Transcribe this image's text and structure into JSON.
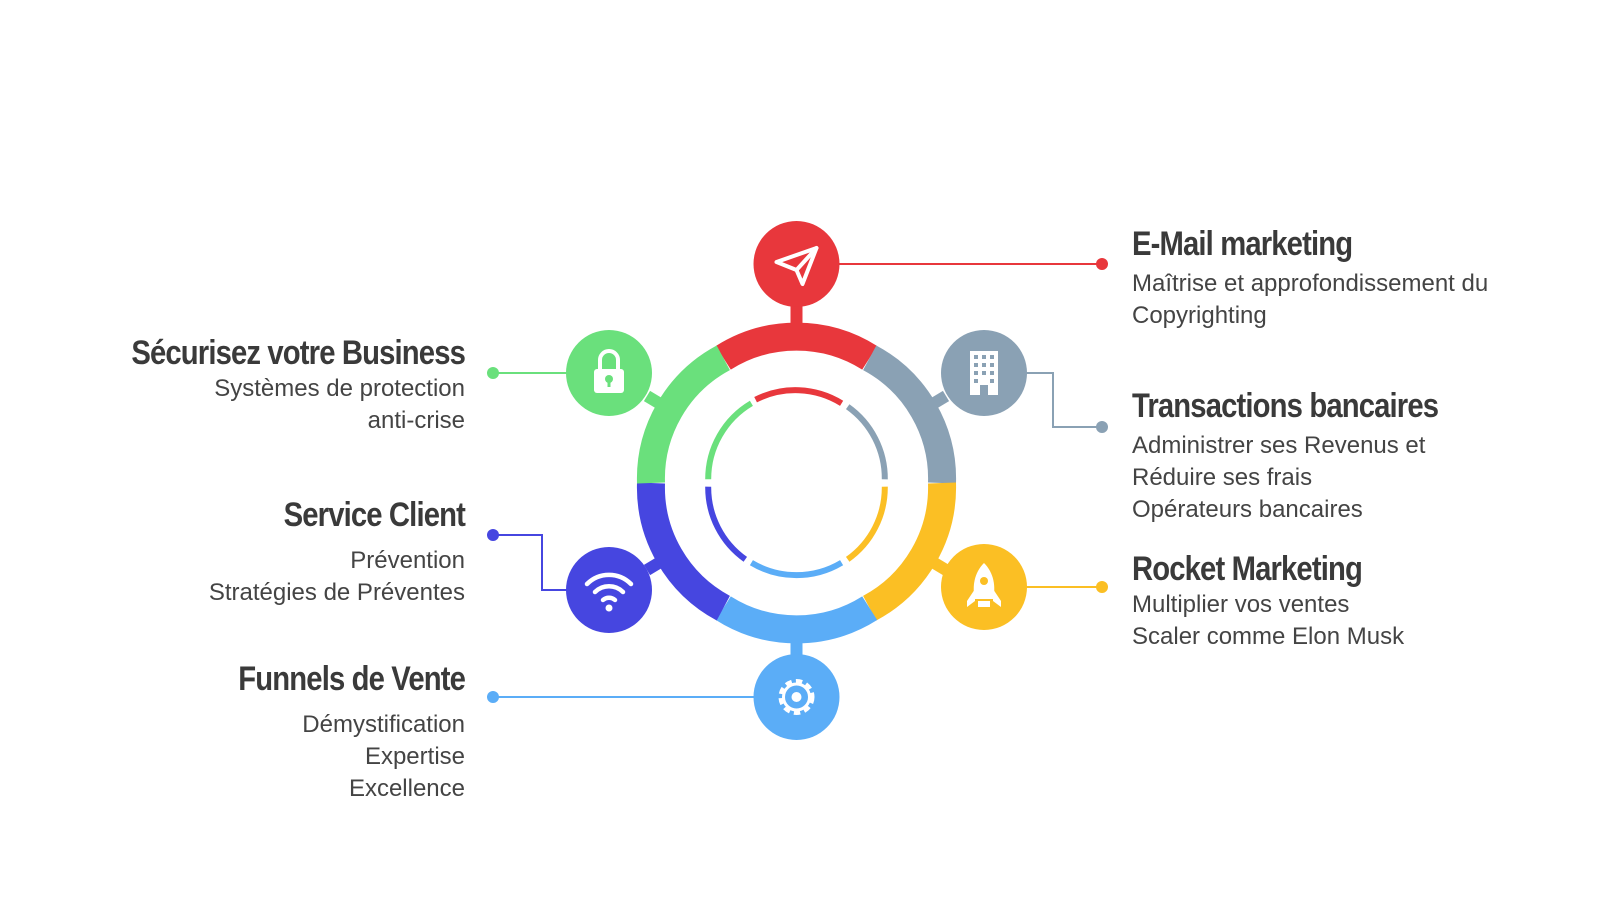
{
  "colors": {
    "red": "#e8373c",
    "slate": "#8aa1b4",
    "yellow": "#fbbf24",
    "blue": "#5badf7",
    "indigo": "#4646e0",
    "green": "#6ae07c"
  },
  "items": [
    {
      "id": "email-marketing",
      "title": "E-Mail marketing",
      "lines": [
        "Maîtrise et approfondissement du",
        "Copyrighting"
      ],
      "color": "#e8373c",
      "icon": "paper-plane-icon"
    },
    {
      "id": "transactions-bancaires",
      "title": "Transactions bancaires",
      "lines": [
        "Administrer ses Revenus et",
        "Réduire ses frais",
        "Opérateurs bancaires"
      ],
      "color": "#8aa1b4",
      "icon": "building-icon"
    },
    {
      "id": "rocket-marketing",
      "title": "Rocket Marketing",
      "lines": [
        "Multiplier vos ventes",
        "Scaler comme Elon Musk"
      ],
      "color": "#fbbf24",
      "icon": "rocket-icon"
    },
    {
      "id": "funnels-de-vente",
      "title": "Funnels de Vente",
      "lines": [
        "Démystification",
        "Expertise",
        "Excellence"
      ],
      "color": "#5badf7",
      "icon": "gear-icon"
    },
    {
      "id": "service-client",
      "title": "Service Client",
      "lines": [
        "Prévention",
        "Stratégies de Préventes"
      ],
      "color": "#4646e0",
      "icon": "wifi-icon"
    },
    {
      "id": "securisez-votre-business",
      "title": "Sécurisez votre Business",
      "lines": [
        "Systèmes de protection",
        "anti-crise"
      ],
      "color": "#6ae07c",
      "icon": "lock-icon"
    }
  ]
}
